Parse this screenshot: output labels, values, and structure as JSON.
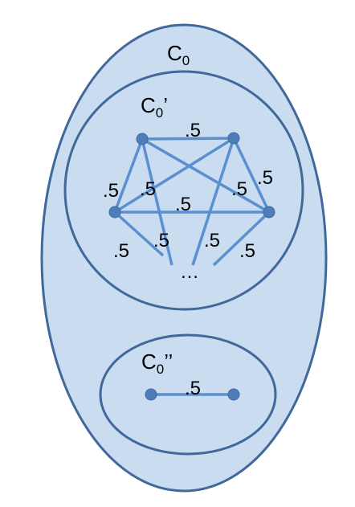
{
  "colors": {
    "region_fill": "#c9dcf0",
    "region_stroke": "#41689a",
    "edge": "#5b8fd0",
    "node": "#4f7db8"
  },
  "sets": {
    "outer": {
      "base": "C",
      "sub": "0",
      "prime": ""
    },
    "upper": {
      "base": "C",
      "sub": "0",
      "prime": "’"
    },
    "lower": {
      "base": "C",
      "sub": "0",
      "prime": "’’"
    }
  },
  "edge_weight": ".5",
  "ellipsis": "…"
}
